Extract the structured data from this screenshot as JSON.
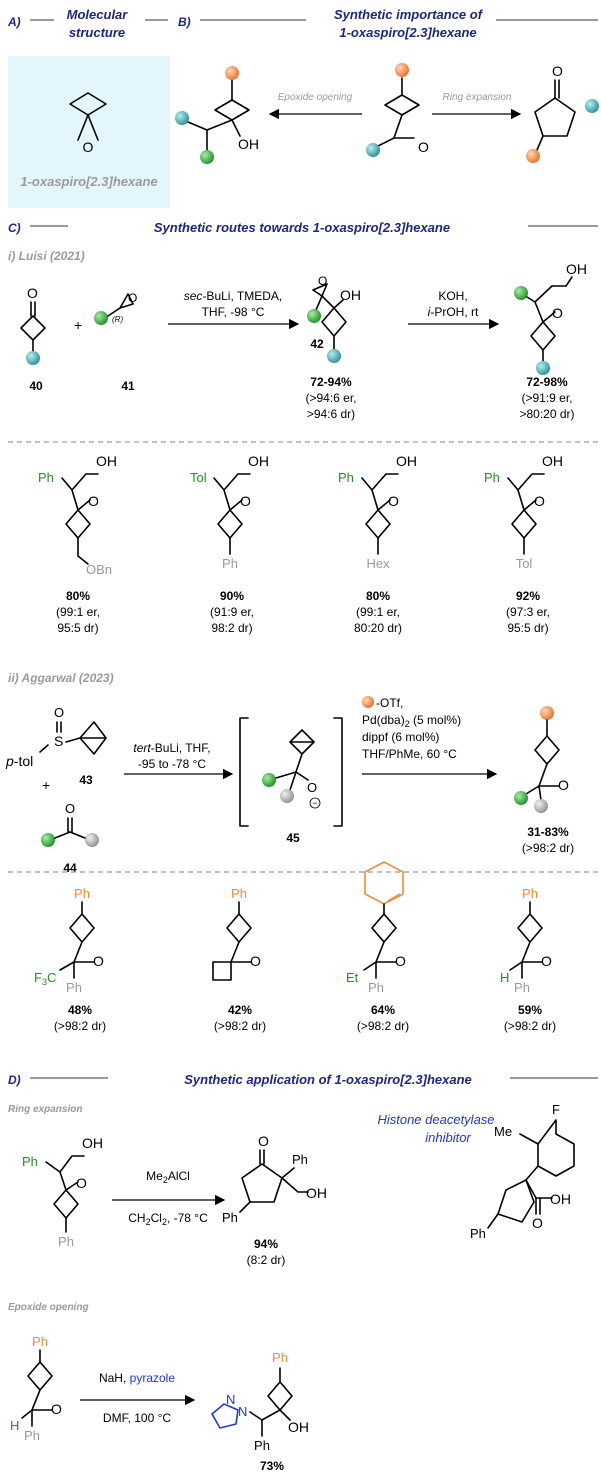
{
  "headers": {
    "a_letter": "A)",
    "a_title_1": "Molecular",
    "a_title_2": "structure",
    "b_letter": "B)",
    "b_title_1": "Synthetic importance of",
    "b_title_2": "1-oxaspiro[2.3]hexane",
    "c_letter": "C)",
    "c_title": "Synthetic routes towards 1-oxaspiro[2.3]hexane",
    "d_letter": "D)",
    "d_title": "Synthetic application of 1-oxaspiro[2.3]hexane"
  },
  "panel_a": {
    "name": "1-oxaspiro[2.3]hexane",
    "o": "O"
  },
  "panel_b": {
    "arrow_left": "Epoxide opening",
    "arrow_right": "Ring expansion",
    "oh": "OH",
    "o": "O"
  },
  "luisi": {
    "heading": "i) Luisi (2021)",
    "cond_1a_it": "sec",
    "cond_1a": "-BuLi, TMEDA,",
    "cond_1b": "THF, -98 °C",
    "cond_2a": "KOH,",
    "cond_2b_it": "i",
    "cond_2b": "-PrOH, rt",
    "plus": "+",
    "r_label": "(R)",
    "label_40": "40",
    "label_41": "41",
    "label_42": "42",
    "yield_42": "72-94%",
    "er_42": "(>94:6 er,",
    "dr_42": ">94:6 dr)",
    "yield_prod": "72-98%",
    "er_prod": "(>91:9 er,",
    "dr_prod": ">80:20 dr)",
    "atom_o": "O",
    "atom_oh": "OH",
    "examples": [
      {
        "sub_top": "Ph",
        "sub_bottom": "OBn",
        "yield": "80%",
        "er": "(99:1 er,",
        "dr": "95:5 dr)"
      },
      {
        "sub_top": "Tol",
        "sub_bottom": "Ph",
        "yield": "90%",
        "er": "(91:9 er,",
        "dr": "98:2 dr)"
      },
      {
        "sub_top": "Ph",
        "sub_bottom": "Hex",
        "yield": "80%",
        "er": "(99:1 er,",
        "dr": "80:20 dr)"
      },
      {
        "sub_top": "Ph",
        "sub_bottom": "Tol",
        "yield": "92%",
        "er": "(97:3 er,",
        "dr": "95:5 dr)"
      }
    ]
  },
  "aggarwal": {
    "heading": "ii) Aggarwal (2023)",
    "ptol": "p",
    "ptol_rest": "-tol",
    "s": "S",
    "o": "O",
    "plus": "+",
    "label_43": "43",
    "label_44": "44",
    "label_45": "45",
    "cond_1a_it": "tert",
    "cond_1a": "-BuLi, THF,",
    "cond_1b": "-95 to -78 °C",
    "cond_2a": "-OTf,",
    "cond_2b": "Pd(dba)",
    "cond_2b_sub": "2",
    "cond_2b_rest": " (5 mol%)",
    "cond_2c": "dippf (6 mol%)",
    "cond_2d": "THF/PhMe, 60 °C",
    "minus": "−",
    "yield": "31-83%",
    "dr": "(>98:2 dr)",
    "examples": [
      {
        "top": "Ph",
        "sub_a": "F",
        "sub_a_sub": "3",
        "sub_a_rest": "C",
        "sub_b": "Ph",
        "yield": "48%",
        "dr": "(>98:2 dr)"
      },
      {
        "top": "Ph",
        "yield": "42%",
        "dr": "(>98:2 dr)"
      },
      {
        "top": "",
        "sub_a": "Et",
        "sub_b": "Ph",
        "yield": "64%",
        "dr": "(>98:2 dr)"
      },
      {
        "top": "Ph",
        "sub_a": "H",
        "sub_b": "Ph",
        "yield": "59%",
        "dr": "(>98:2 dr)"
      }
    ]
  },
  "application": {
    "ring_expansion": "Ring expansion",
    "epoxide_opening": "Epoxide opening",
    "cond_re_a": "Me",
    "cond_re_a_sub": "2",
    "cond_re_a_rest": "AlCl",
    "cond_re_b": "CH",
    "cond_re_b_sub": "2",
    "cond_re_b_mid": "Cl",
    "cond_re_b_sub2": "2",
    "cond_re_b_rest": ", -78 °C",
    "yield_re": "94%",
    "dr_re": "(8:2 dr)",
    "hdac_1": "Histone deacetylase",
    "hdac_2": "inhibitor",
    "f": "F",
    "me": "Me",
    "o": "O",
    "oh": "OH",
    "ph": "Ph",
    "h": "H",
    "n": "N",
    "cond_eo_a": "NaH, ",
    "cond_eo_a_blue": "pyrazole",
    "cond_eo_b": "DMF, 100 °C",
    "yield_eo": "73%"
  },
  "colors": {
    "navy": "#1d2680",
    "gray": "#9a9a9a",
    "orange": "#f28c3a",
    "green": "#2ea12e",
    "teal": "#3aa7a9",
    "sphere_gray": "#b5b5b5",
    "substituent_green": "#2a8a2a",
    "pyrazole_blue": "#2136d4",
    "highlight_bg": "#e2f6fb"
  }
}
